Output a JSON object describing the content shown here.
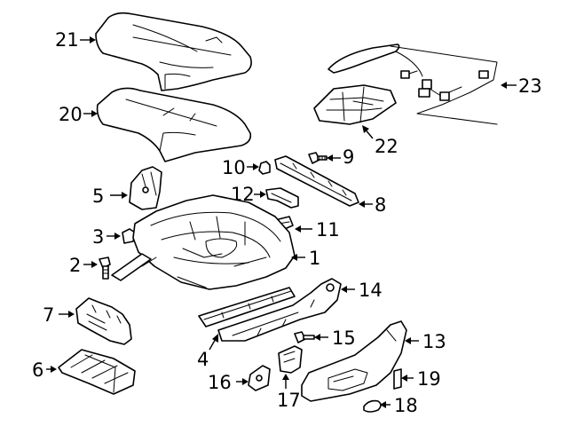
{
  "diagram": {
    "background": "#ffffff",
    "ink": "#000000",
    "callouts": [
      {
        "id": "1",
        "label": "1",
        "part": "seat-frame"
      },
      {
        "id": "2",
        "label": "2",
        "part": "bolt"
      },
      {
        "id": "3",
        "label": "3",
        "part": "clip"
      },
      {
        "id": "4",
        "label": "4",
        "part": "seat-track-rail"
      },
      {
        "id": "5",
        "label": "5",
        "part": "bracket"
      },
      {
        "id": "6",
        "label": "6",
        "part": "storage-tray"
      },
      {
        "id": "7",
        "label": "7",
        "part": "front-cover-trim"
      },
      {
        "id": "8",
        "label": "8",
        "part": "support-rail"
      },
      {
        "id": "9",
        "label": "9",
        "part": "screw"
      },
      {
        "id": "10",
        "label": "10",
        "part": "small-clip"
      },
      {
        "id": "11",
        "label": "11",
        "part": "connector"
      },
      {
        "id": "12",
        "label": "12",
        "part": "strap-bracket"
      },
      {
        "id": "13",
        "label": "13",
        "part": "side-shield"
      },
      {
        "id": "14",
        "label": "14",
        "part": "side-rail-bracket"
      },
      {
        "id": "15",
        "label": "15",
        "part": "bolt-small"
      },
      {
        "id": "16",
        "label": "16",
        "part": "motor"
      },
      {
        "id": "17",
        "label": "17",
        "part": "switch-assembly"
      },
      {
        "id": "18",
        "label": "18",
        "part": "knob"
      },
      {
        "id": "19",
        "label": "19",
        "part": "switch-cap"
      },
      {
        "id": "20",
        "label": "20",
        "part": "cushion-pad"
      },
      {
        "id": "21",
        "label": "21",
        "part": "seat-cover"
      },
      {
        "id": "22",
        "label": "22",
        "part": "heater-mat"
      },
      {
        "id": "23",
        "label": "23",
        "part": "wiring-harness"
      }
    ]
  }
}
